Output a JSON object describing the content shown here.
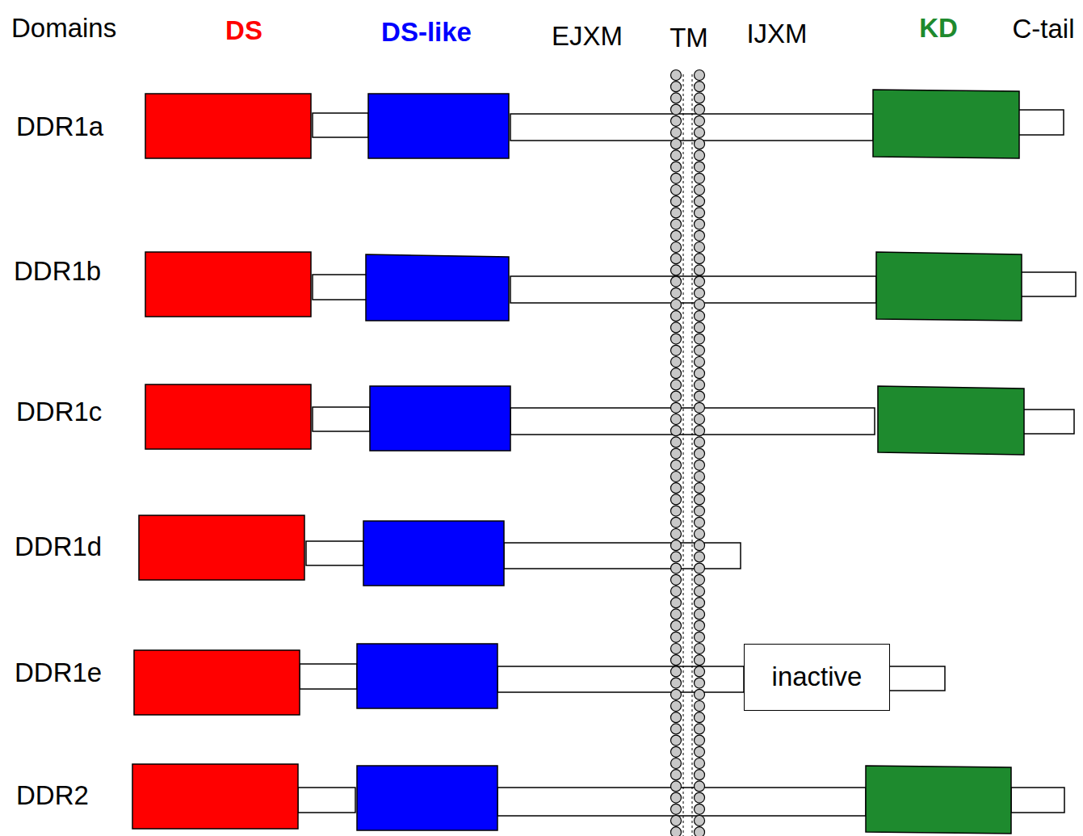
{
  "diagram": {
    "nodes": [
      {
        "text": [
          "inactive"
        ]
      }
    ],
    "labels": [
      "Domains",
      "DS",
      "DS-like",
      "EJXM",
      "TM",
      "IJXM",
      "KD",
      "C-tail",
      "DDR1a",
      "DDR1b",
      "DDR1c",
      "DDR1d",
      "DDR1e",
      "DDR2"
    ]
  }
}
